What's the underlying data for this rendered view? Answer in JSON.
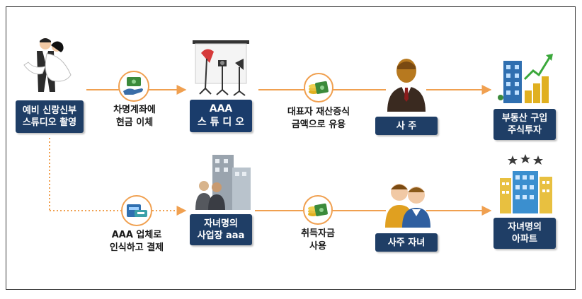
{
  "colors": {
    "box": "#1f3e66",
    "arrow": "#f0a050",
    "money": "#3b8a3b",
    "coin": "#e0b020"
  },
  "icons": {
    "couple": "wedding-couple-icon",
    "studio": "photo-studio-icon",
    "boss": "businessman-icon",
    "building_chart": "building-chart-icon",
    "office": "office-people-icon",
    "children": "two-children-icon",
    "apartment": "apartment-icon",
    "hand_money": "hand-money-icon",
    "money_coins": "money-coins-icon",
    "card": "card-payment-icon"
  },
  "top_row": {
    "start": "예비 신랑신부\n스튜디오 촬영",
    "step1_label": "차명계좌에\n현금 이체",
    "studio": "AAA\n스 튜 디 오",
    "step2_label": "대표자 재산증식\n금액으로 유용",
    "owner": "사  주",
    "result": "부동산 구입\n주식투자"
  },
  "bottom_row": {
    "step1_label": "AAA 업체로\n인식하고 결제",
    "business": "자녀명의\n사업장 aaa",
    "step2_label": "취득자금\n사용",
    "children": "사주  자녀",
    "result": "자녀명의\n아파트"
  }
}
